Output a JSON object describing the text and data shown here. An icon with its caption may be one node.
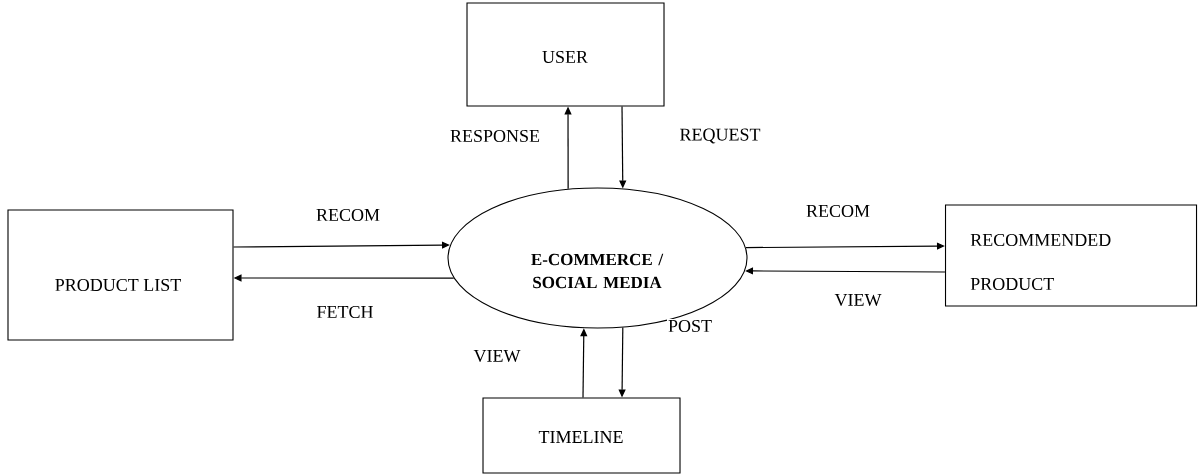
{
  "diagram": {
    "nodes": [
      {
        "text": [
          "USER"
        ]
      },
      {
        "text": [
          "PRODUCT LIST"
        ]
      },
      {
        "text": [
          "E-COMMERCE / SOCIAL MEDIA"
        ]
      },
      {
        "text": [
          "RECOMMENDED PRODUCT"
        ]
      },
      {
        "text": [
          "TIMELINE"
        ]
      }
    ],
    "edges": [
      {
        "from": 2,
        "to": 0,
        "arrow": "to",
        "label": "RESPONSE"
      },
      {
        "from": 0,
        "to": 2,
        "arrow": "to",
        "label": "REQUEST"
      },
      {
        "from": 1,
        "to": 2,
        "arrow": "to",
        "label": "RECOM"
      },
      {
        "from": 2,
        "to": 1,
        "arrow": "to",
        "label": "FETCH"
      },
      {
        "from": 2,
        "to": 3,
        "arrow": "to",
        "label": "RECOM"
      },
      {
        "from": 3,
        "to": 2,
        "arrow": "to",
        "label": "VIEW"
      },
      {
        "from": 4,
        "to": 2,
        "arrow": "to",
        "label": "VIEW"
      },
      {
        "from": 2,
        "to": 4,
        "arrow": "to",
        "label": "POST"
      }
    ]
  }
}
